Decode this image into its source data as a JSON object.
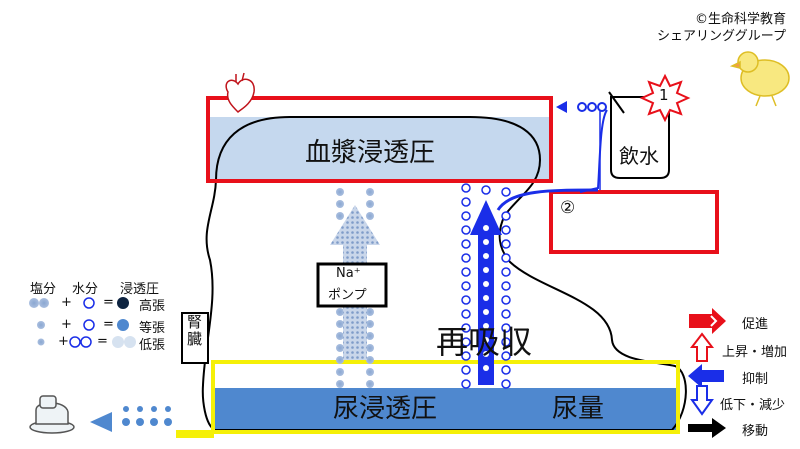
{
  "credit": {
    "line1": "©生命科学教育",
    "line2": "シェアリンググループ"
  },
  "labels": {
    "plasma": "血漿浸透圧",
    "drink": "飲水",
    "step1": "1",
    "step2": "②",
    "pump_line1": "Na⁺",
    "pump_line2": "ポンプ",
    "reabsorb": "再吸収",
    "kidney": "腎臓",
    "urine_osm": "尿浸透圧",
    "urine_vol": "尿量"
  },
  "left_legend": {
    "headers": {
      "salt": "塩分",
      "water": "水分",
      "osm": "浸透圧"
    },
    "rows": [
      {
        "plus": "+",
        "eq": "=",
        "label": "高張"
      },
      {
        "plus": "+",
        "eq": "=",
        "label": "等張"
      },
      {
        "plus": "+",
        "eq": "=",
        "label": "低張"
      }
    ]
  },
  "right_legend": [
    {
      "icon": "promote-arrow-icon",
      "label": "促進"
    },
    {
      "icon": "increase-arrow-icon",
      "label": "上昇・増加"
    },
    {
      "icon": "inhibit-arrow-icon",
      "label": "抑制"
    },
    {
      "icon": "decrease-arrow-icon",
      "label": "低下・減少"
    },
    {
      "icon": "move-arrow-icon",
      "label": "移動"
    }
  ],
  "colors": {
    "red": "#e8101a",
    "blue": "#1a2ee8",
    "yellow": "#f5f007",
    "plasma": "#c5d8ee",
    "urine": "#4f88cf",
    "pump": "#9fb6d8"
  }
}
